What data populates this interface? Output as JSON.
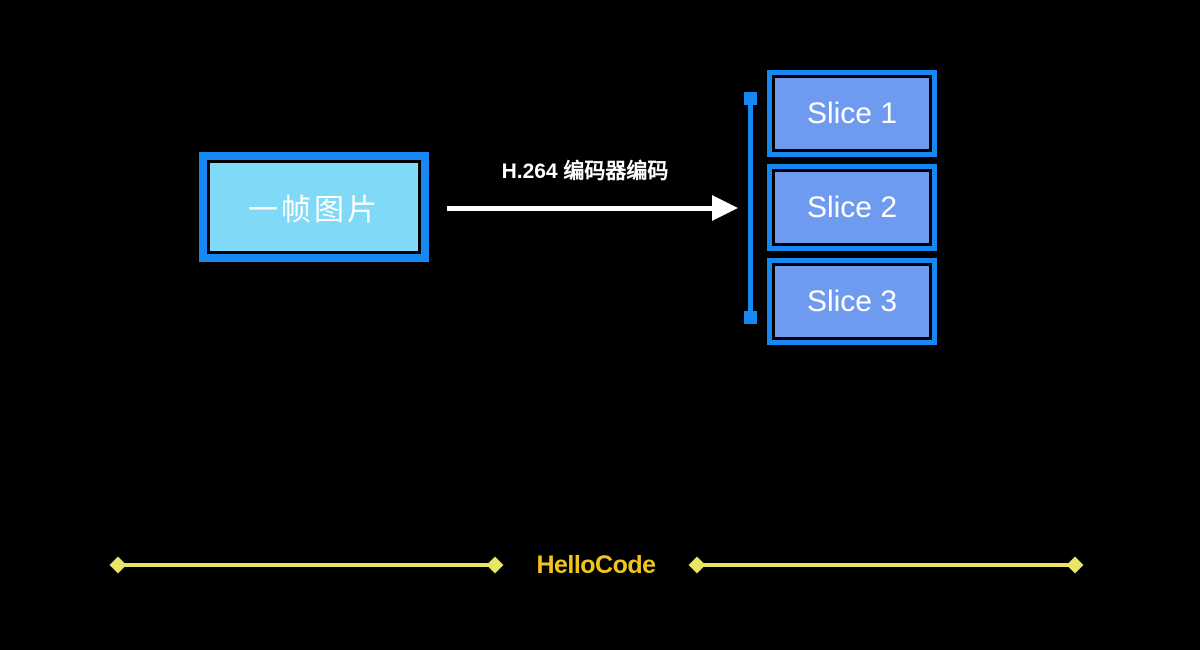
{
  "frame_box": {
    "label": "一帧图片"
  },
  "arrow": {
    "label": "H.264 编码器编码"
  },
  "slices": [
    {
      "label": "Slice 1"
    },
    {
      "label": "Slice 2"
    },
    {
      "label": "Slice 3"
    }
  ],
  "footer": {
    "watermark": "HelloCode"
  },
  "colors": {
    "bg": "#000000",
    "accent_blue": "#1787F1",
    "frame_fill": "#80D9F7",
    "slice_fill": "#6E9AEF",
    "line_yellow": "#E9E566",
    "watermark_gold": "#F1C51B",
    "text_white": "#FFFFFF"
  }
}
